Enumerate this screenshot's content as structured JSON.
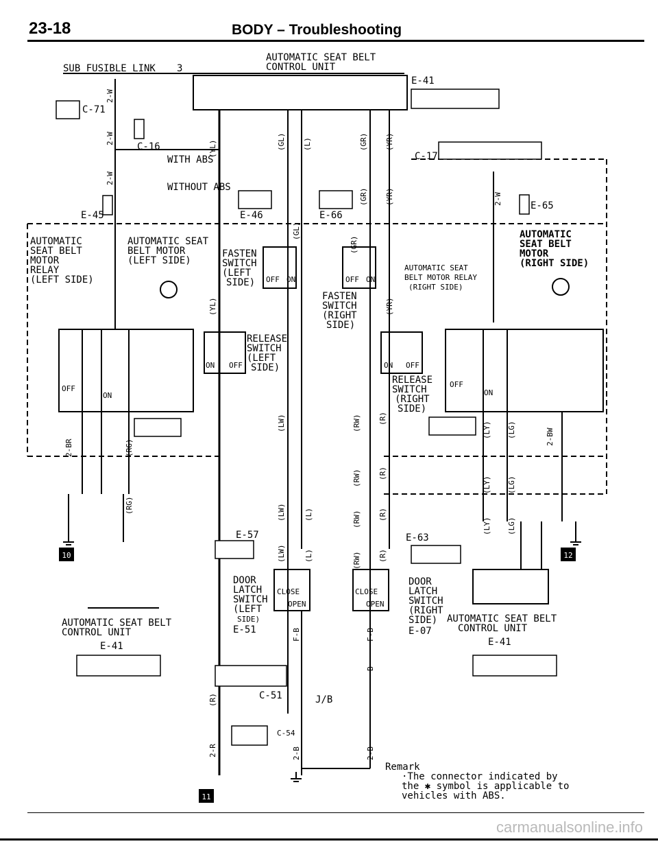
{
  "header": {
    "page_number": "23-18",
    "section_title": "BODY – Troubleshooting"
  },
  "footer": {
    "watermark": "carmanualsonline.info"
  },
  "labels": {
    "sub_fusible": "SUB FUSIBLE LINK",
    "sub_fusible_num": "3",
    "top_unit_1": "AUTOMATIC SEAT BELT",
    "top_unit_2": "CONTROL UNIT",
    "e41_top": "E-41",
    "c71": "C-71",
    "c16": "C-16",
    "with_abs": "WITH ABS",
    "without_abs": "WITHOUT ABS",
    "e45": "E-45",
    "e46": "E-46",
    "e66": "E-66",
    "e65": "E-65",
    "c17": "C-17",
    "left_relay_1": "AUTOMATIC",
    "left_relay_2": "SEAT BELT",
    "left_relay_3": "MOTOR",
    "left_relay_4": "RELAY",
    "left_relay_5": "(LEFT SIDE)",
    "left_motor_1": "AUTOMATIC SEAT",
    "left_motor_2": "BELT MOTOR",
    "left_motor_3": "(LEFT SIDE)",
    "fasten_left_1": "FASTEN",
    "fasten_left_2": "SWITCH",
    "fasten_left_3": "(LEFT",
    "fasten_left_4": "SIDE)",
    "fasten_right_1": "FASTEN",
    "fasten_right_2": "SWITCH",
    "fasten_right_3": "(RIGHT",
    "fasten_right_4": "SIDE)",
    "right_relay_1": "AUTOMATIC SEAT",
    "right_relay_2": "BELT MOTOR RELAY",
    "right_relay_3": "(RIGHT SIDE)",
    "right_motor_1": "AUTOMATIC",
    "right_motor_2": "SEAT BELT",
    "right_motor_3": "MOTOR",
    "right_motor_4": "(RIGHT SIDE)",
    "release_left_1": "RELEASE",
    "release_left_2": "SWITCH",
    "release_left_3": "(LEFT",
    "release_left_4": "SIDE)",
    "release_right_1": "RELEASE",
    "release_right_2": "SWITCH",
    "release_right_3": "(RIGHT",
    "release_right_4": "SIDE)",
    "e57": "E-57",
    "e63": "E-63",
    "door_left_1": "DOOR",
    "door_left_2": "LATCH",
    "door_left_3": "SWITCH",
    "door_left_4": "(LEFT",
    "door_left_5": "SIDE)",
    "e51": "E-51",
    "door_right_1": "DOOR",
    "door_right_2": "LATCH",
    "door_right_3": "SWITCH",
    "door_right_4": "(RIGHT",
    "door_right_5": "SIDE)",
    "e07": "E-07",
    "c51": "C-51",
    "jb": "J/B",
    "c54": "C-54",
    "bl_unit_1": "AUTOMATIC SEAT BELT",
    "bl_unit_2": "CONTROL UNIT",
    "bl_e41": "E-41",
    "br_unit_1": "AUTOMATIC SEAT BELT",
    "br_unit_2": "CONTROL UNIT",
    "br_e41": "E-41",
    "remark_title": "Remark",
    "remark_1": "·The connector indicated by",
    "remark_2": "the ✱ symbol is applicable to",
    "remark_3": "vehicles with ABS.",
    "sw_on": "ON",
    "sw_off": "OFF",
    "sw_close": "CLOSE",
    "sw_open": "OPEN",
    "ground_10": "10",
    "ground_11": "11",
    "ground_12": "12"
  },
  "wires": {
    "c71_2w": "2-W",
    "c16_2w": "2-W",
    "two_w_a": "2-W",
    "two_w_b": "2-W",
    "yl": "(YL)",
    "gl": "(GL)",
    "l": "(L)",
    "gr": "(GR)",
    "yr": "(YR)",
    "lw": "(LW)",
    "rw": "(RW)",
    "r": "(R)",
    "ly": "(LY)",
    "lg": "(LG)",
    "two_br": "2-BR",
    "rg": "(RG)",
    "two_bw": "2-BW",
    "two_r": "2-R",
    "two_b": "2-B",
    "fb": "F-B",
    "b": "B"
  }
}
